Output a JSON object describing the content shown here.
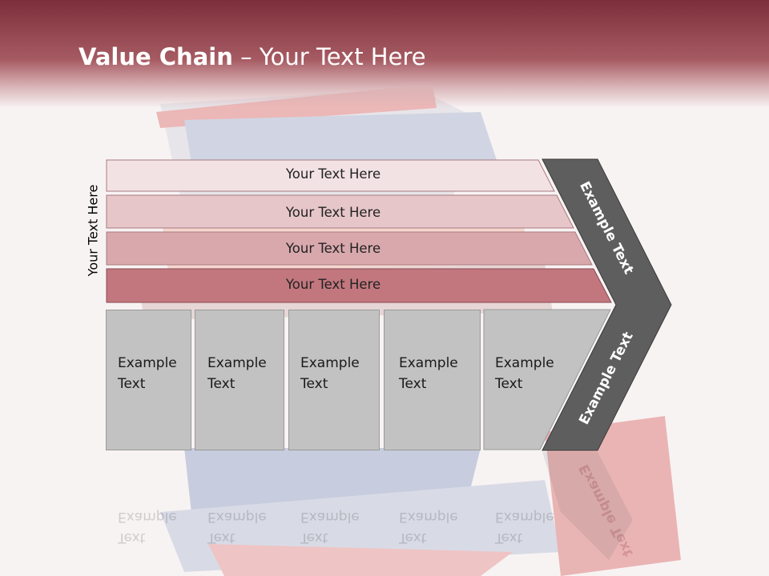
{
  "title": {
    "bold": "Value Chain",
    "rest": " – Your Text Here"
  },
  "side_label": "Your Text Here",
  "bands": [
    {
      "label": "Your Text Here",
      "color": "#f2e2e4"
    },
    {
      "label": "Your Text Here",
      "color": "#e6c6c9"
    },
    {
      "label": "Your Text Here",
      "color": "#d8a8ad"
    },
    {
      "label": "Your Text Here",
      "color": "#c2777e"
    }
  ],
  "boxes": [
    {
      "line1": "Example",
      "line2": "Text"
    },
    {
      "line1": "Example",
      "line2": "Text"
    },
    {
      "line1": "Example",
      "line2": "Text"
    },
    {
      "line1": "Example",
      "line2": "Text"
    },
    {
      "line1": "Example",
      "line2": "Text"
    }
  ],
  "chevron": {
    "upper": "Example Text",
    "lower": "Example Text",
    "color": "#5e5e5e"
  },
  "colors": {
    "header_dark": "#7c2f3a",
    "box_fill": "#c2c2c2"
  }
}
